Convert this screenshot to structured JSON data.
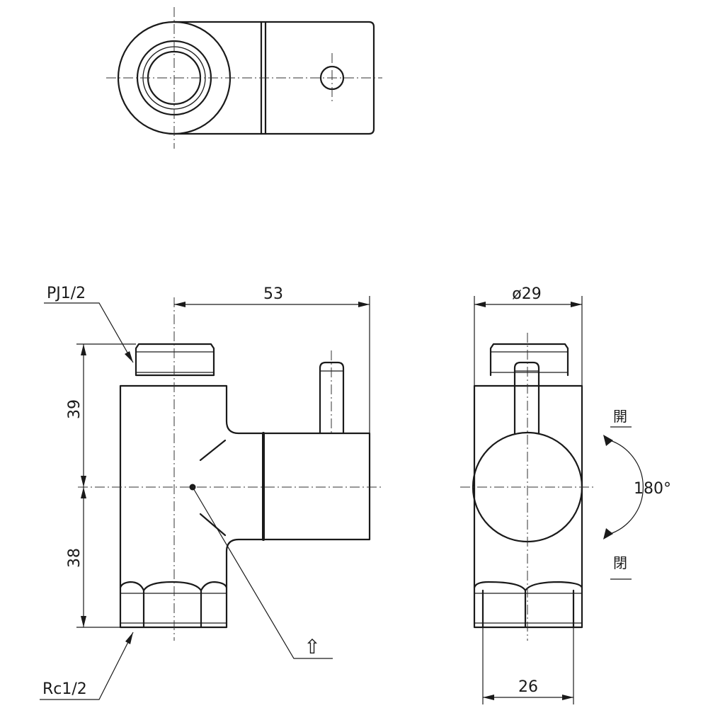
{
  "labels": {
    "thread_top": "PJ1/2",
    "thread_bottom": "Rc1/2",
    "dim_width_side": "53",
    "dim_dia": "ø29",
    "dim_upper_height": "39",
    "dim_lower_height": "38",
    "dim_base_width": "26",
    "rotation_angle": "180°",
    "open_label": "開",
    "close_label": "閉",
    "flow_arrow": "⇧"
  }
}
